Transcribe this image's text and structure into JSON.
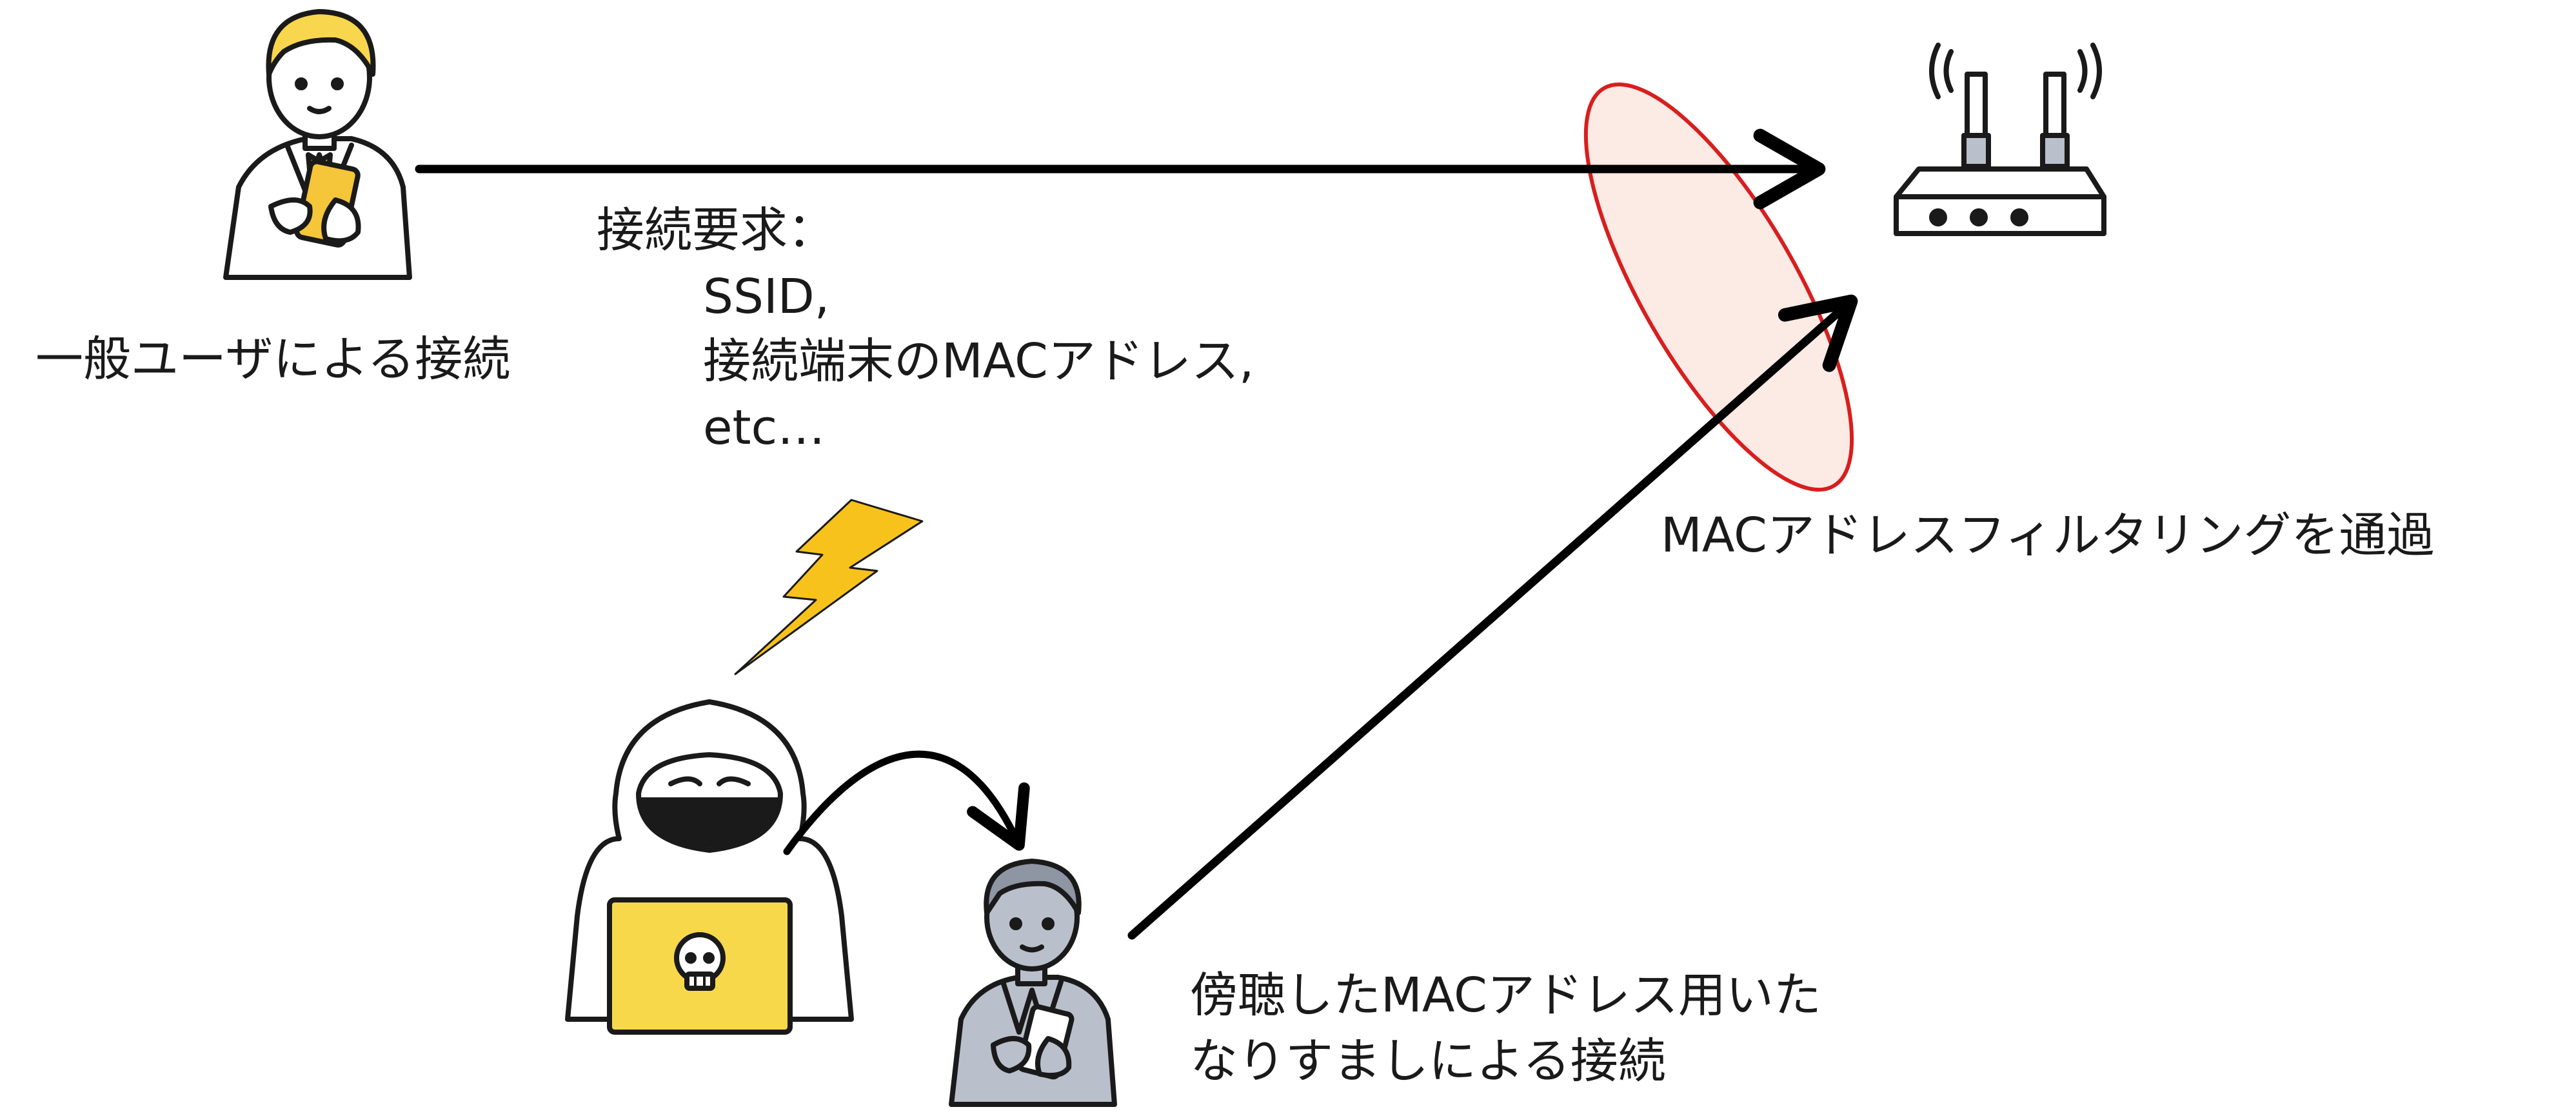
{
  "labels": {
    "user_connection": "一般ユーザによる接続",
    "request_title": "接続要求：",
    "request_item_1": "SSID,",
    "request_item_2": "接続端末のMACアドレス,",
    "request_item_3": "etc…",
    "filter_pass": "MACアドレスフィルタリングを通過",
    "spoof_line_1": "傍聴したMACアドレス用いた",
    "spoof_line_2": "なりすましによる接続"
  },
  "icons": {
    "legit_user": "person-with-smartphone-icon",
    "router": "wifi-router-icon",
    "attacker": "hooded-hacker-icon",
    "spoofed_user": "impersonated-person-icon",
    "eavesdrop": "lightning-bolt-icon"
  },
  "colors": {
    "user_hair": "#F8D64E",
    "user_phone": "#F5C53A",
    "lightning": "#F8C21C",
    "laptop": "#F7D84A",
    "spoof_person": "#B9BFCB",
    "filter_ellipse_stroke": "#D81E1E",
    "filter_ellipse_fill": "#F9D8D0",
    "arrow": "#000000"
  }
}
